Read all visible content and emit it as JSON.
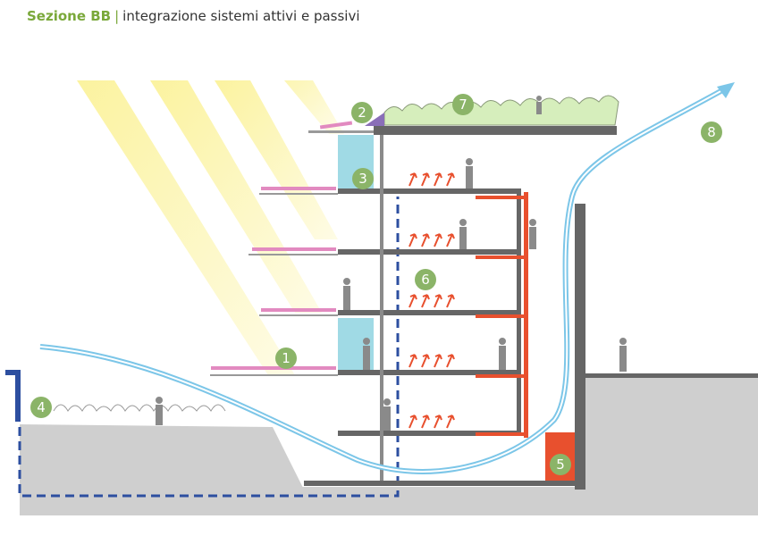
{
  "title": {
    "bold": "Sezione BB",
    "separator": "|",
    "rest": "integrazione sistemi attivi e passivi"
  },
  "colors": {
    "accent_green": "#7aa83a",
    "marker_green": "#8bb468",
    "sun": "#fbf29a",
    "air_flow": "#7cc6e8",
    "glass": "#8fd3e0",
    "heat": "#e8502e",
    "structure": "#666666",
    "terrain": "#cfcfcf",
    "boundary": "#2d4fa0"
  },
  "markers": [
    "1",
    "2",
    "3",
    "4",
    "5",
    "6",
    "7",
    "8"
  ],
  "icons": [
    "sun-ray-icon",
    "solar-panel-icon",
    "air-flow-arrow-icon",
    "heat-arrow-icon",
    "person-icon",
    "vegetation-icon"
  ]
}
